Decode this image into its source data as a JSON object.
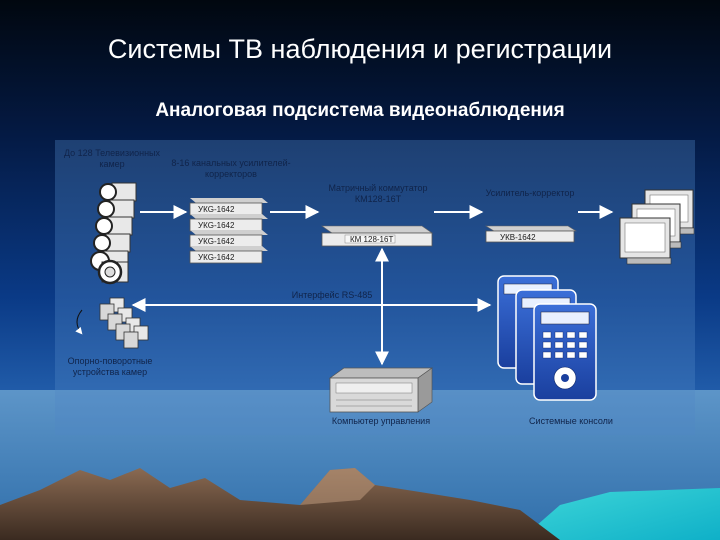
{
  "title": "Системы ТВ наблюдения и регистрации",
  "subtitle": "Аналоговая подсистема видеонаблюдения",
  "labels": {
    "cameras": "До 128 Телевизионных камер",
    "correctors": "8-16 канальных усилителей- корректоров",
    "matrix": "Матричный коммутатор КМ128-16Т",
    "amp_right": "Усилитель-корректор",
    "interface": "Интерфейс RS-485",
    "ptz": "Опорно-поворотные устройства камер",
    "computer": "Компьютер управления",
    "consoles": "Системные консоли"
  },
  "devices": {
    "ukg": [
      "УКG-1642",
      "УКG-1642",
      "УКG-1642",
      "УКG-1642"
    ],
    "km": "КМ 128-16Т",
    "ukb": "УКВ-1642"
  },
  "colors": {
    "bg_top": "#01070f",
    "bg_mid": "#0a2d6e",
    "bg_bottom": "#2a6ab8",
    "arrow": "#ffffff",
    "label": "#10244a"
  },
  "icons": {
    "camera": "camera-icon",
    "ptz": "ptz-camera-icon",
    "monitor": "monitor-icon",
    "matrix": "matrix-switch-icon",
    "amplifier": "amplifier-icon",
    "computer": "computer-icon",
    "console": "console-icon"
  }
}
